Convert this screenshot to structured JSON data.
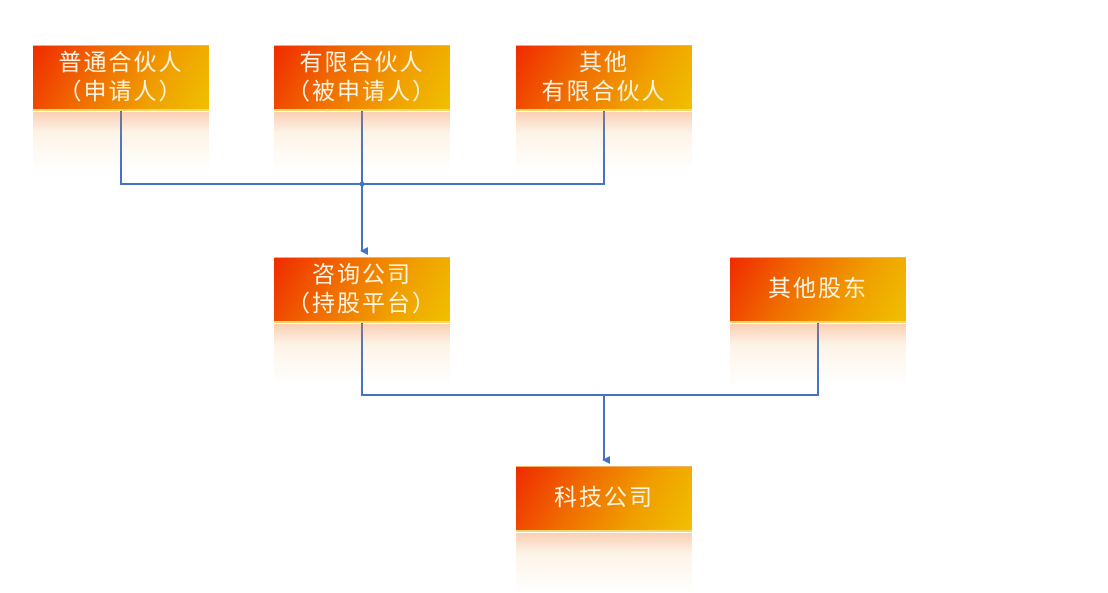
{
  "nodes": {
    "general_partner": {
      "line1": "普通合伙人",
      "line2": "（申请人）"
    },
    "limited_partner": {
      "line1": "有限合伙人",
      "line2": "（被申请人）"
    },
    "other_limited_partners": {
      "line1": "其他",
      "line2": "有限合伙人"
    },
    "consulting_company": {
      "line1": "咨询公司",
      "line2": "（持股平台）"
    },
    "other_shareholders": {
      "line1": "其他股东"
    },
    "tech_company": {
      "line1": "科技公司"
    }
  },
  "colors": {
    "connector": "#4472c4",
    "box_start": "#f02a00",
    "box_end": "#f0c000"
  }
}
